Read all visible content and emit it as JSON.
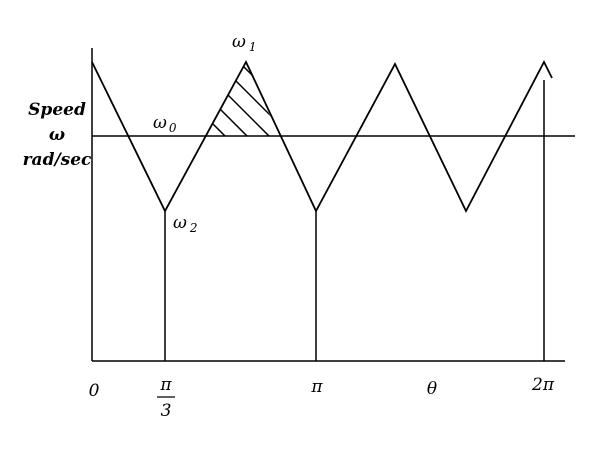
{
  "diagram": {
    "y_axis_label": [
      "Speed",
      "ω",
      "rad/sec"
    ],
    "x_axis_variable": "θ",
    "labels": {
      "omega1": {
        "base": "ω",
        "sub": "1"
      },
      "omega0": {
        "base": "ω",
        "sub": "0"
      },
      "omega2": {
        "base": "ω",
        "sub": "2"
      }
    },
    "x_ticks": {
      "zero": "0",
      "pi_over_3_num": "π",
      "pi_over_3_den": "3",
      "pi": "π",
      "two_pi": "2π"
    }
  }
}
